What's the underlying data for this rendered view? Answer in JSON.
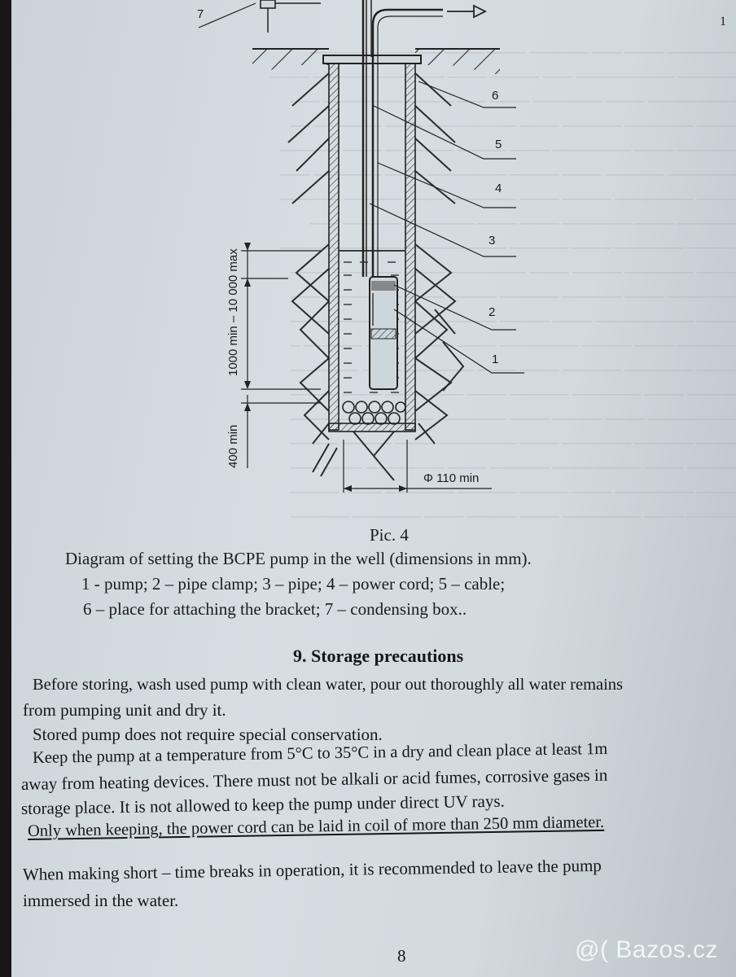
{
  "diagram": {
    "callouts": [
      "1",
      "2",
      "3",
      "4",
      "5",
      "6",
      "7"
    ],
    "dim_depth": "1000 min – 10 000 max",
    "dim_bottom": "400 min",
    "dim_diameter": "Φ 110 min"
  },
  "caption": {
    "title": "Pic. 4",
    "line1": "Diagram of setting the BCPE pump in the well (dimensions in mm).",
    "line2": "1 - pump; 2 – pipe clamp; 3 – pipe; 4 – power cord; 5 – cable;",
    "line3": "6 – place for attaching the bracket; 7 – condensing box.."
  },
  "section": {
    "heading": "9. Storage precautions",
    "lines": [
      "Before storing, wash used pump with clean water, pour out thoroughly all water remains",
      "from pumping unit and dry it.",
      "Stored pump does not require special conservation.",
      "Keep the pump at a temperature from 5°C to 35°C in a dry and clean place at least 1m",
      "away from heating devices. There must not be alkali or acid fumes, corrosive gases in",
      "storage place. It is not allowed to keep the pump under direct UV rays.",
      "Only when keeping, the power cord can be laid in coil of more than 250 mm diameter.",
      "When making short – time breaks in operation, it is recommended to leave the pump",
      "immersed in the water."
    ]
  },
  "page_number": "8",
  "corner_mark": "1",
  "watermark": "@( Bazos.cz"
}
